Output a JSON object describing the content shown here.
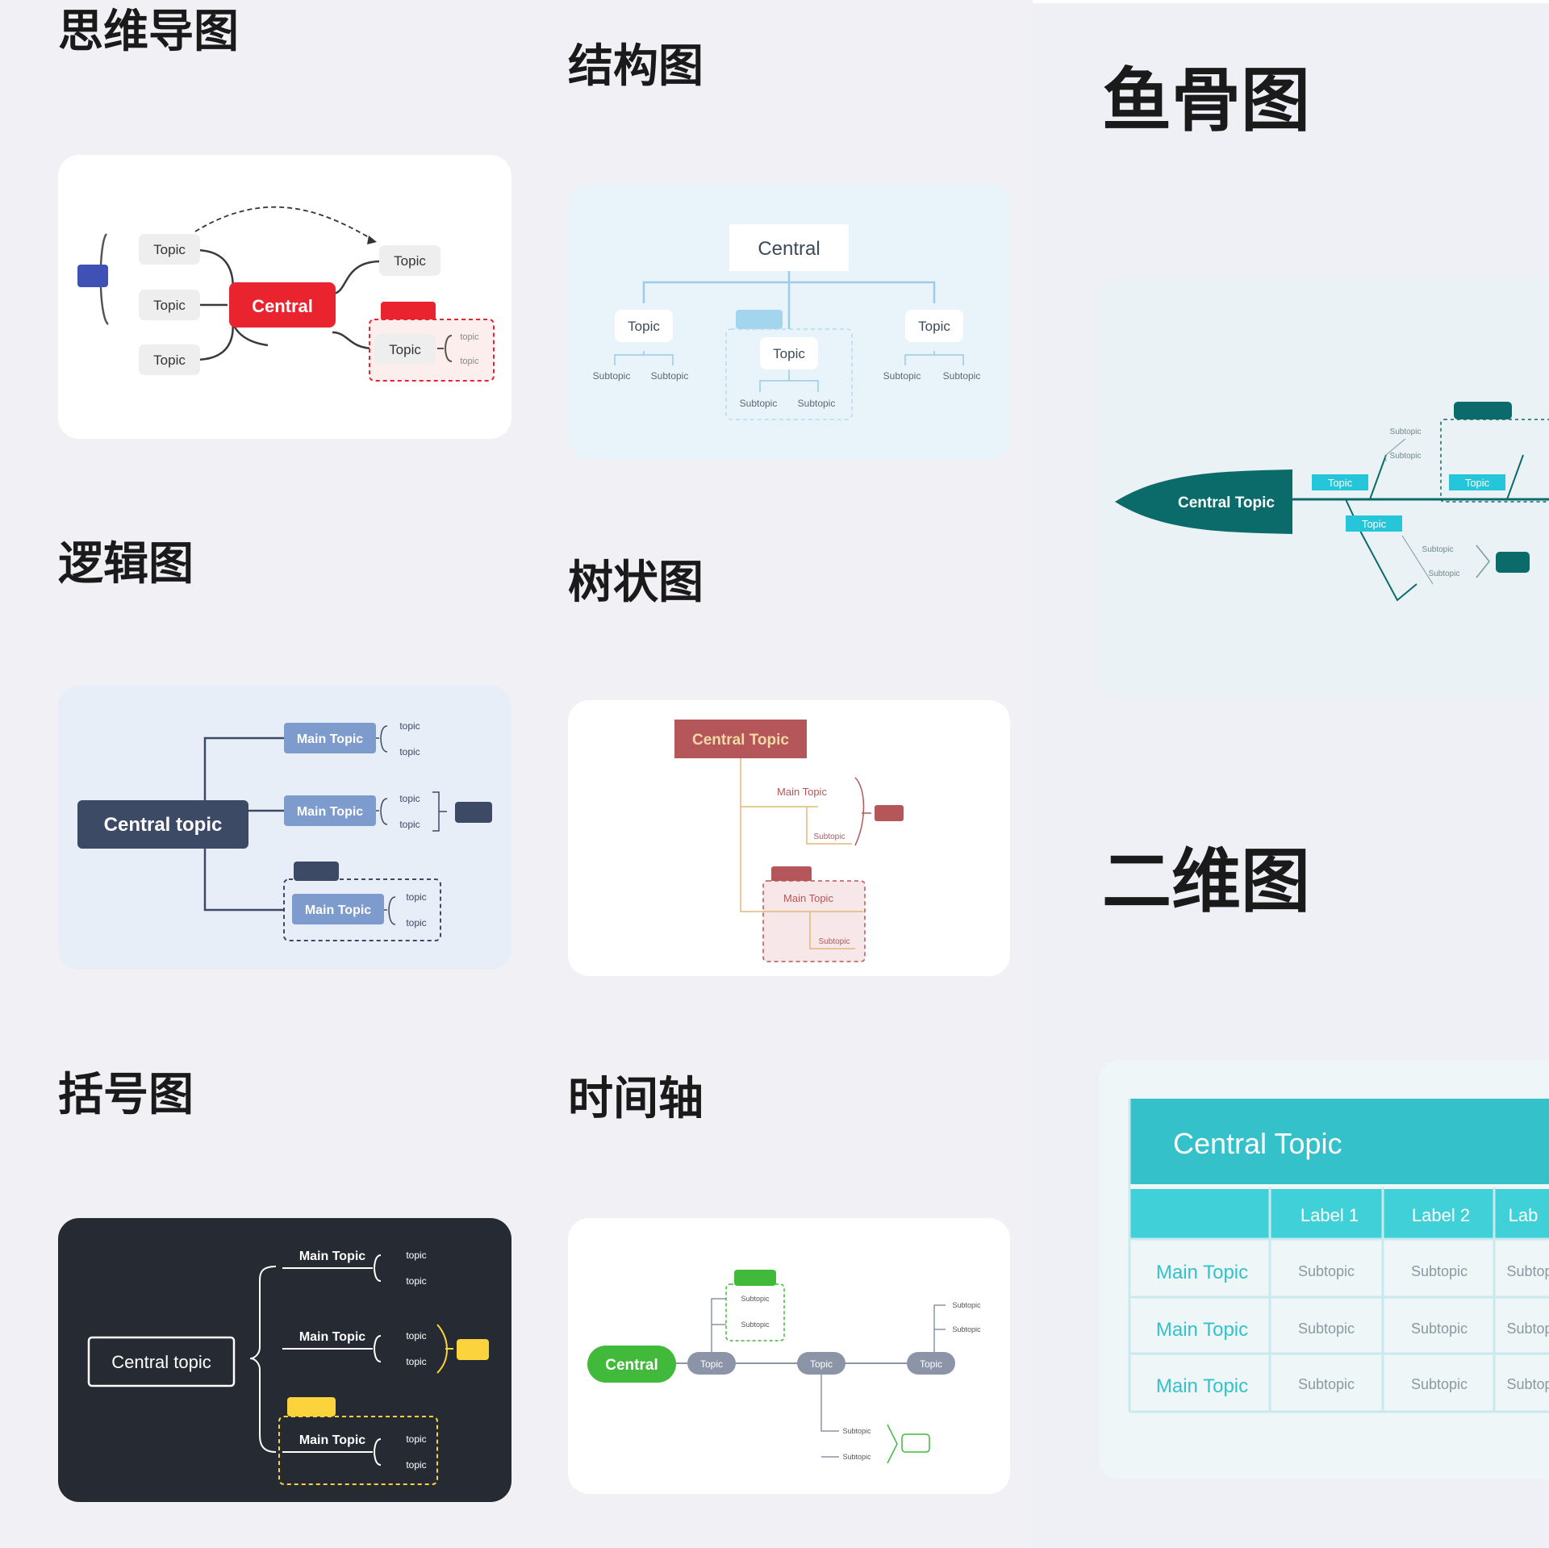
{
  "sections": [
    {
      "id": "mindmap",
      "title": "思维导图"
    },
    {
      "id": "structure",
      "title": "结构图"
    },
    {
      "id": "fishbone",
      "title": "鱼骨图"
    },
    {
      "id": "logic",
      "title": "逻辑图"
    },
    {
      "id": "tree",
      "title": "树状图"
    },
    {
      "id": "matrix",
      "title": "二维图"
    },
    {
      "id": "bracket",
      "title": "括号图"
    },
    {
      "id": "timeline",
      "title": "时间轴"
    }
  ],
  "mindmap": {
    "central": "Central",
    "topic": "Topic",
    "subtopic": "topic"
  },
  "structure": {
    "central": "Central",
    "topic": "Topic",
    "subtopic": "Subtopic"
  },
  "fishbone": {
    "central": "Central Topic",
    "topic": "Topic",
    "subtopic": "Subtopic"
  },
  "logic": {
    "central": "Central topic",
    "main": "Main Topic",
    "subtopic": "topic"
  },
  "tree": {
    "central": "Central Topic",
    "main": "Main Topic",
    "subtopic": "Subtopic"
  },
  "matrix": {
    "central": "Central Topic",
    "labels": [
      "Label 1",
      "Label 2",
      "Lab"
    ],
    "rows": [
      "Main Topic",
      "Main Topic",
      "Main Topic"
    ],
    "cell": "Subtopic",
    "cell_cut": "Subtop"
  },
  "bracket": {
    "central": "Central topic",
    "main": "Main Topic",
    "subtopic": "topic"
  },
  "timeline": {
    "central": "Central",
    "topic": "Topic",
    "subtopic": "Subtopic"
  },
  "colors": {
    "page_bg": "#f0f0f5",
    "mind_red": "#e9242f",
    "mind_blue": "#3f51b5",
    "structure_line": "#9ccbe8",
    "fish_teal": "#0b6b6b",
    "fish_cyan": "#26c6da",
    "logic_navy": "#3c4a66",
    "logic_blue": "#7e9bcd",
    "tree_red": "#b5565a",
    "tree_orange": "#e2b97a",
    "bracket_bg": "#262b33",
    "bracket_yellow": "#fbd33d",
    "timeline_green": "#41b93b",
    "timeline_gray": "#8c94a8",
    "matrix_teal": "#35c1c9"
  }
}
